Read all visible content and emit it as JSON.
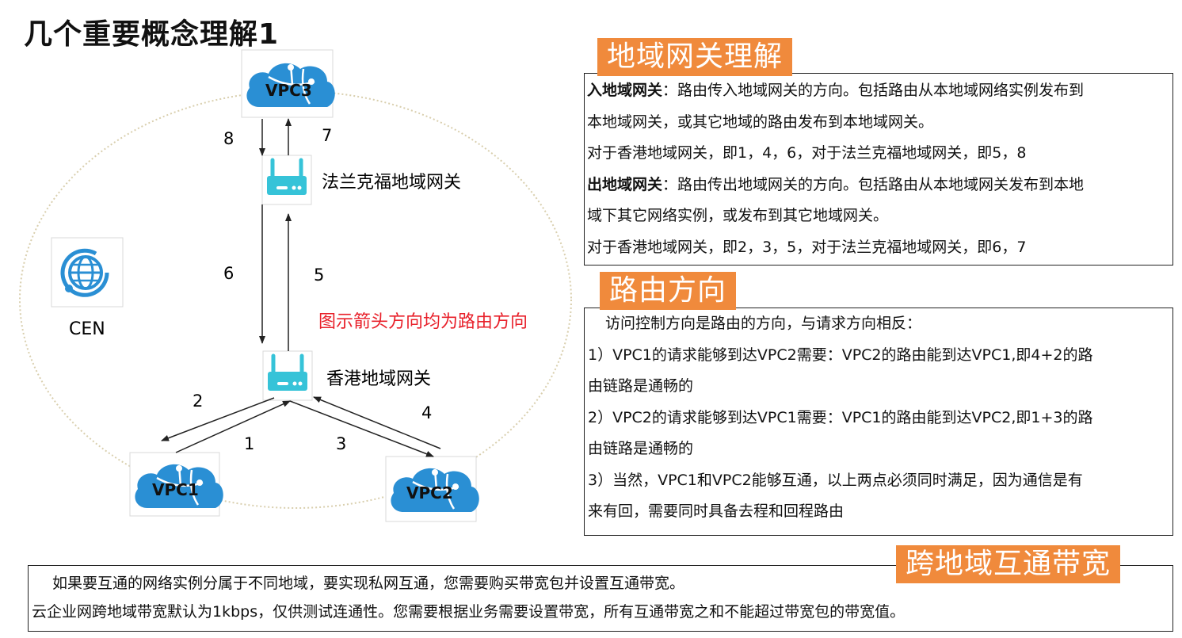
{
  "title": "几个重要概念理解1",
  "diagram": {
    "vpc3": "VPC3",
    "vpc1": "VPC1",
    "vpc2": "VPC2",
    "cen": "CEN",
    "frankfurt_gateway": "法兰克福地域网关",
    "hongkong_gateway": "香港地域网关",
    "note": "图示箭头方向均为路由方向",
    "arrow_labels": [
      "1",
      "2",
      "3",
      "4",
      "5",
      "6",
      "7",
      "8"
    ]
  },
  "section1": {
    "tag": "地域网关理解",
    "in_label": "入地域网关",
    "in_text_1": "：路由传入地域网关的方向。包括路由从本地域网络实例发布到",
    "in_text_2": "本地域网关，或其它地域的路由发布到本地域网关。",
    "in_example": "对于香港地域网关，即1，4，6，对于法兰克福地域网关，即5，8",
    "out_label": "出地域网关",
    "out_text_1": "：路由传出地域网关的方向。包括路由从本地域网关发布到本地",
    "out_text_2": "域下其它网络实例，或发布到其它地域网关。",
    "out_example": "对于香港地域网关，即2，3，5，对于法兰克福地域网关，即6，7"
  },
  "section2": {
    "tag": "路由方向",
    "lines": [
      "访问控制方向是路由的方向，与请求方向相反：",
      "1）VPC1的请求能够到达VPC2需要：VPC2的路由能到达VPC1,即4+2的路",
      "由链路是通畅的",
      "2）VPC2的请求能够到达VPC1需要：VPC1的路由能到达VPC2,即1+3的路",
      "由链路是通畅的",
      "3）当然，VPC1和VPC2能够互通，以上两点必须同时满足，因为通信是有",
      "来有回，需要同时具备去程和回程路由"
    ]
  },
  "section3": {
    "tag": "跨地域互通带宽",
    "line1": "如果要互通的网络实例分属于不同地域，要实现私网互通，您需要购买带宽包并设置互通带宽。",
    "line2": "云企业网跨地域带宽默认为1kbps，仅供测试连通性。您需要根据业务需要设置带宽，所有互通带宽之和不能超过带宽包的带宽值。"
  },
  "colors": {
    "accent_orange": "#f08a3c",
    "note_red": "#e8202a",
    "cloud_blue": "#2a8fd4",
    "router_cyan": "#36c3d8",
    "ellipse": "#d9cfae"
  },
  "icons": [
    "cloud-icon",
    "router-icon",
    "globe-icon"
  ]
}
